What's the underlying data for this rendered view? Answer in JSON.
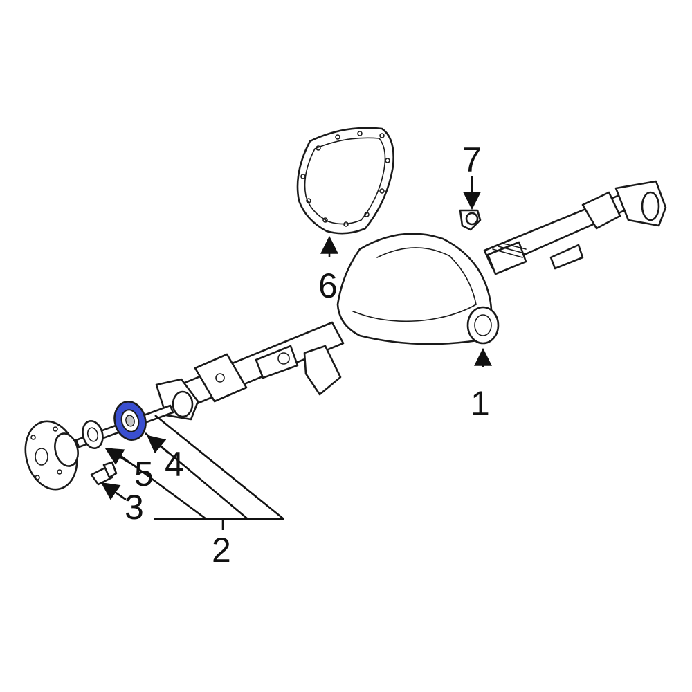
{
  "callouts": [
    {
      "id": "1",
      "text": "1"
    },
    {
      "id": "2",
      "text": "2"
    },
    {
      "id": "3",
      "text": "3"
    },
    {
      "id": "4",
      "text": "4"
    },
    {
      "id": "5",
      "text": "5"
    },
    {
      "id": "6",
      "text": "6"
    },
    {
      "id": "7",
      "text": "7"
    }
  ],
  "colors": {
    "highlight": "#3a4fd0",
    "ink": "#1a1a1a",
    "background": "#ffffff"
  }
}
